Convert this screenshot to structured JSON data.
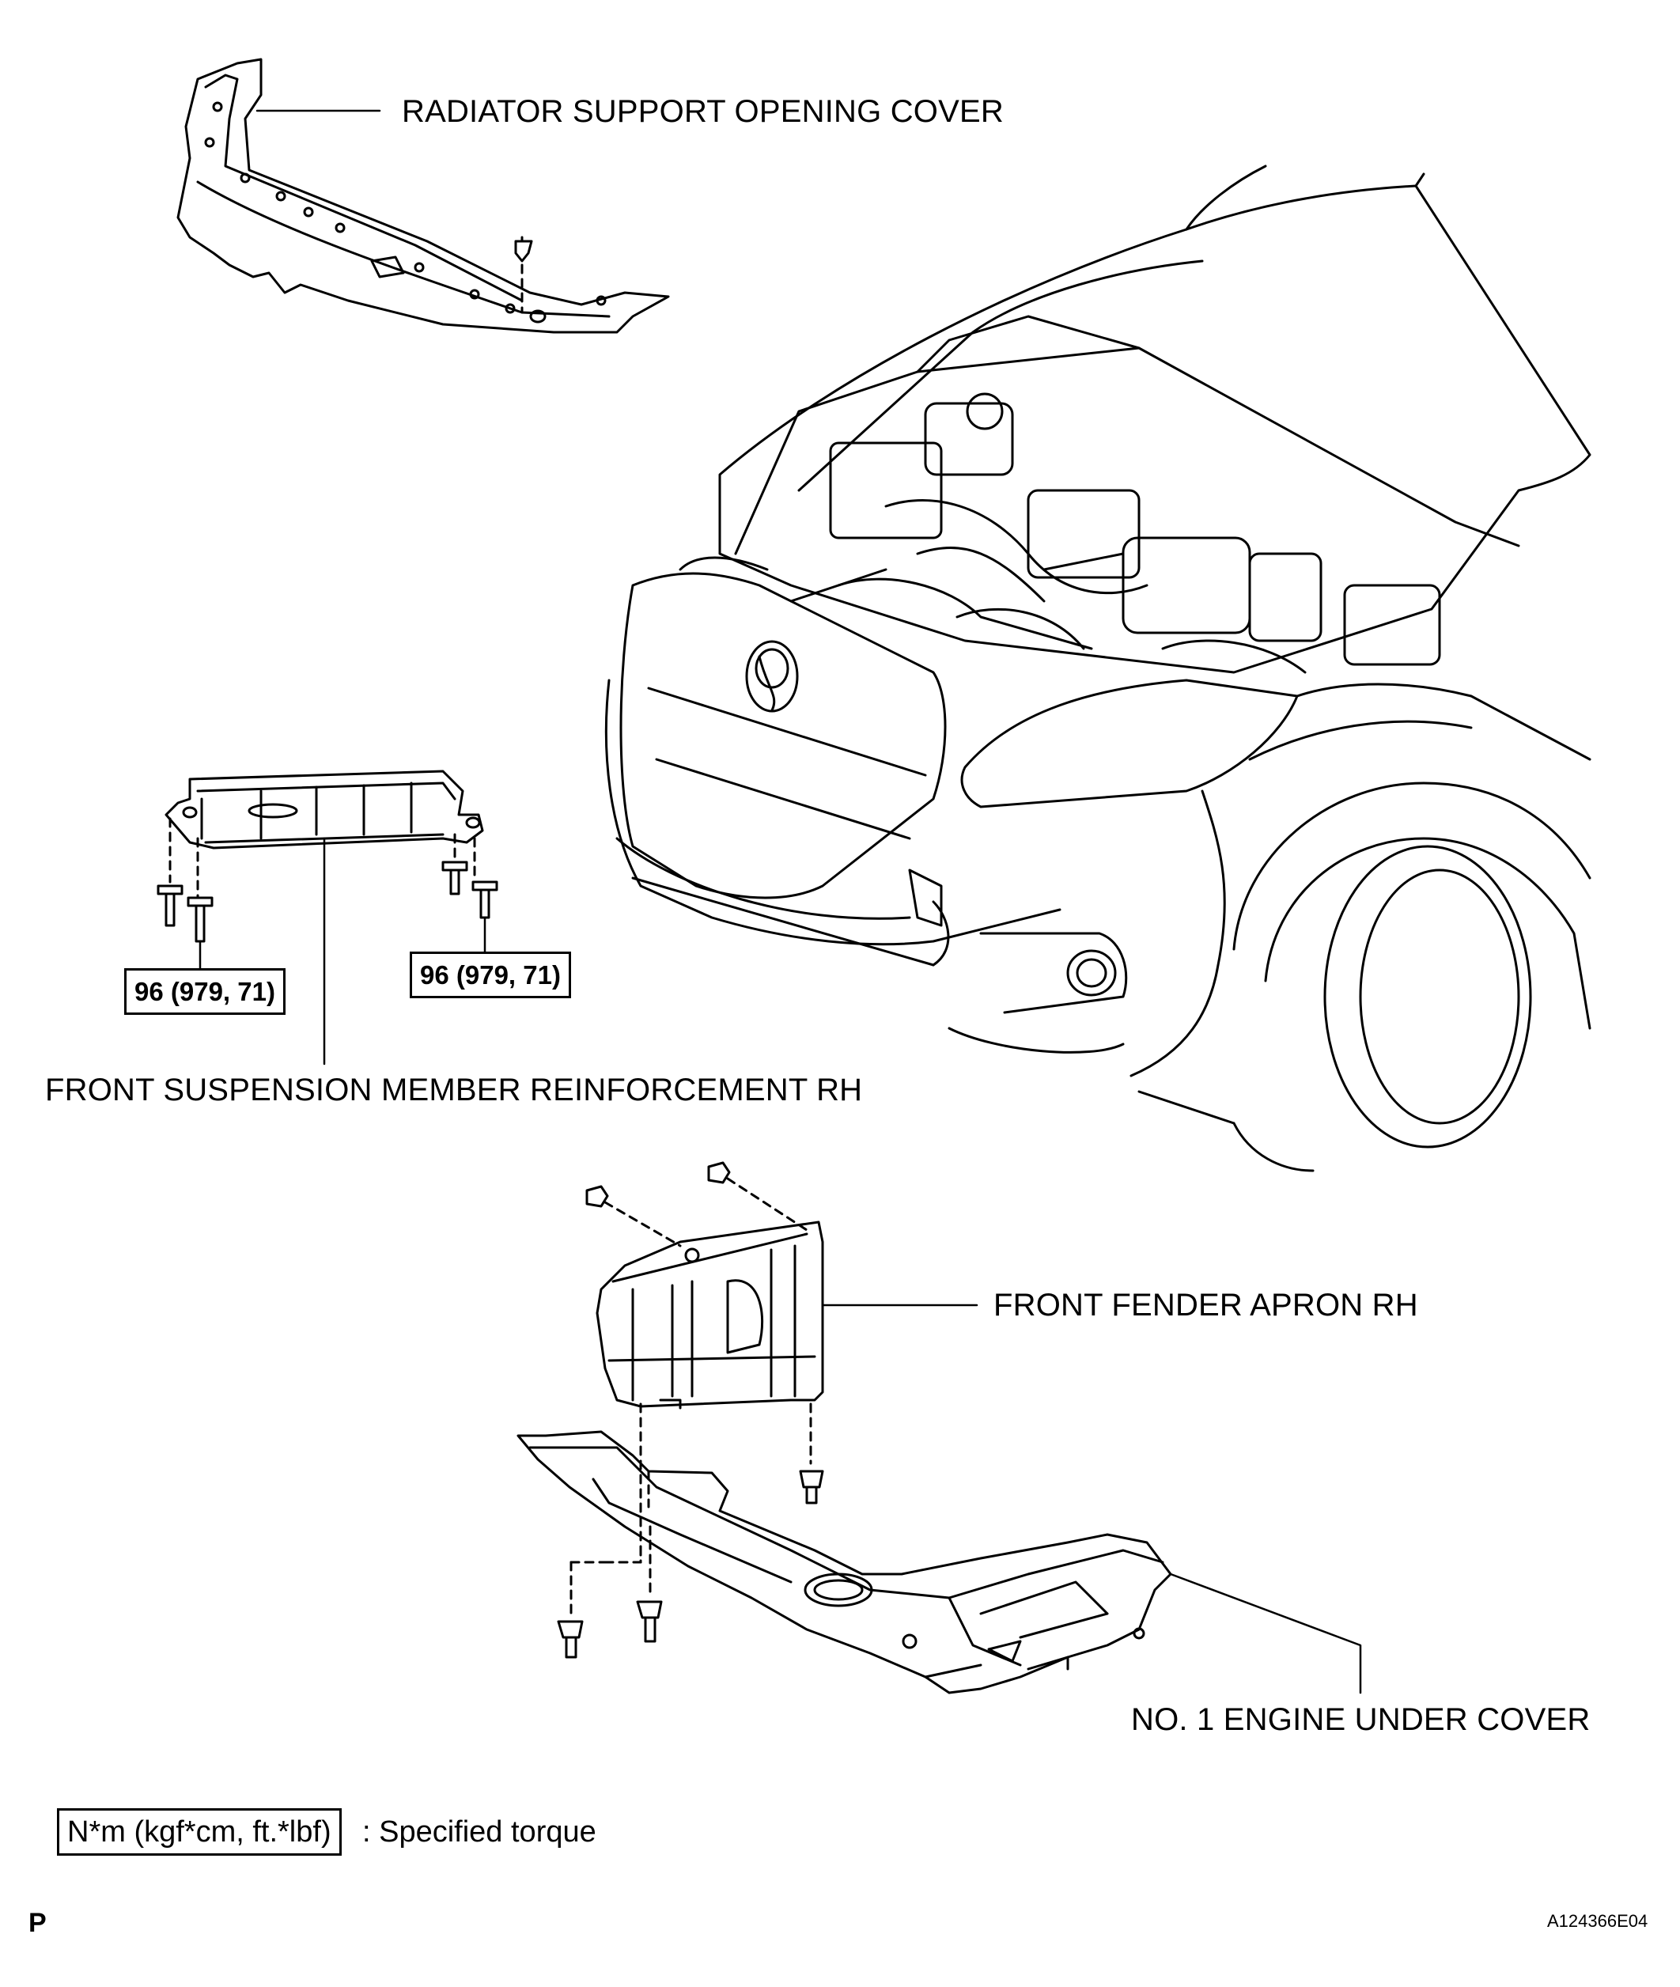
{
  "labels": {
    "radiator_cover": "RADIATOR SUPPORT OPENING COVER",
    "suspension_reinforcement": "FRONT SUSPENSION MEMBER REINFORCEMENT RH",
    "fender_apron": "FRONT FENDER APRON RH",
    "engine_under_cover": "NO. 1 ENGINE UNDER COVER"
  },
  "torque": {
    "left": "96 (979, 71)",
    "right": "96 (979, 71)"
  },
  "legend": {
    "unit_box": "N*m (kgf*cm, ft.*lbf)",
    "description": ": Specified torque"
  },
  "footer": {
    "page_letter": "P",
    "figure_id": "A124366E04"
  }
}
